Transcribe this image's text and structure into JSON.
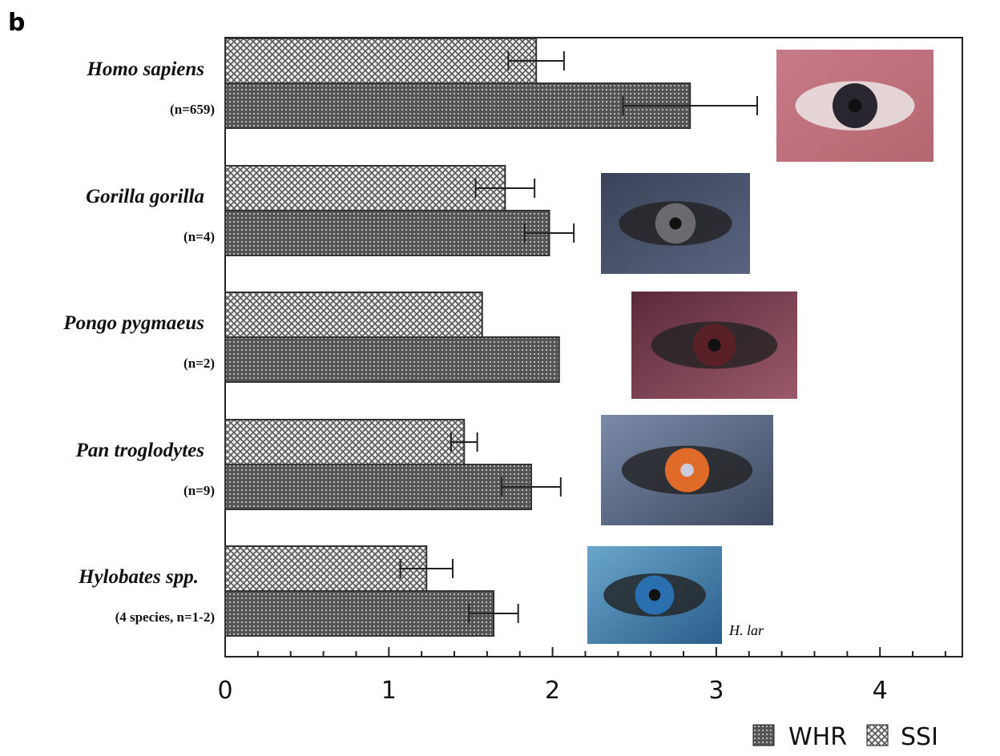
{
  "panel_label": "b",
  "chart_data": {
    "type": "bar",
    "orientation": "horizontal",
    "categories": [
      "Homo sapiens",
      "Gorilla gorilla",
      "Pongo pygmaeus",
      "Pan troglodytes",
      "Hylobates spp."
    ],
    "category_notes": [
      "(n=659)",
      "(n=4)",
      "(n=2)",
      "(n=9)",
      "(4 species, n=1-2)"
    ],
    "series": [
      {
        "name": "SSI",
        "values": [
          1.9,
          1.71,
          1.57,
          1.46,
          1.23
        ],
        "error": [
          0.17,
          0.18,
          null,
          0.08,
          0.16
        ]
      },
      {
        "name": "WHR",
        "values": [
          2.84,
          1.98,
          2.04,
          1.87,
          1.64
        ],
        "error": [
          0.41,
          0.15,
          null,
          0.18,
          0.15
        ]
      }
    ],
    "xlim": [
      0,
      4.5
    ],
    "xticks": [
      "0",
      "1",
      "2",
      "3",
      "4"
    ],
    "grid": false,
    "legend": [
      "WHR",
      "SSI"
    ],
    "legend_position": "bottom-right",
    "photo_caption": "H. lar"
  },
  "colors": {
    "bar_fill": "#777777",
    "bar_edge": "#222222",
    "bg": "#ffffff"
  }
}
